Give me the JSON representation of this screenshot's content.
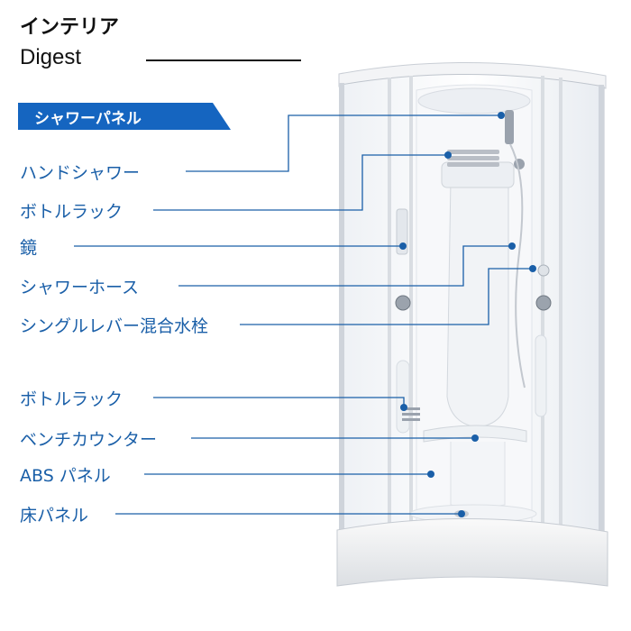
{
  "header": {
    "title": "インテリア",
    "subtitle": "Digest"
  },
  "section": {
    "label": "シャワーパネル"
  },
  "callouts": [
    {
      "label": "ハンドシャワー"
    },
    {
      "label": "ボトルラック"
    },
    {
      "label": "鏡"
    },
    {
      "label": "シャワーホース"
    },
    {
      "label": "シングルレバー混合水栓"
    },
    {
      "label": "ボトルラック"
    },
    {
      "label": "ベンチカウンター"
    },
    {
      "label": "ABS パネル"
    },
    {
      "label": "床パネル"
    }
  ],
  "colors": {
    "accent": "#1a5fa8",
    "banner": "#1565c0",
    "text": "#111111"
  }
}
